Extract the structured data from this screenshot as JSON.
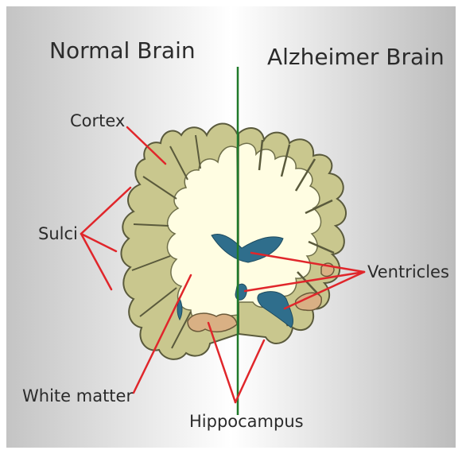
{
  "headings": {
    "left": "Normal Brain",
    "right": "Alzheimer Brain"
  },
  "labels": {
    "cortex": "Cortex",
    "sulci": "Sulci",
    "white_matter": "White matter",
    "hippocampus": "Hippocampus",
    "ventricles": "Ventricles"
  },
  "colors": {
    "cortex_fill": "#c9c78e",
    "cortex_outline": "#5a5a3c",
    "white_matter": "#fffde2",
    "ventricle": "#2f6e8c",
    "hippocampus": "#d9b084",
    "pointer_lines": "#e0262b",
    "divider": "#1f7a2a",
    "background_mid": "#ffffff",
    "background_edge": "#bdbdbd"
  }
}
